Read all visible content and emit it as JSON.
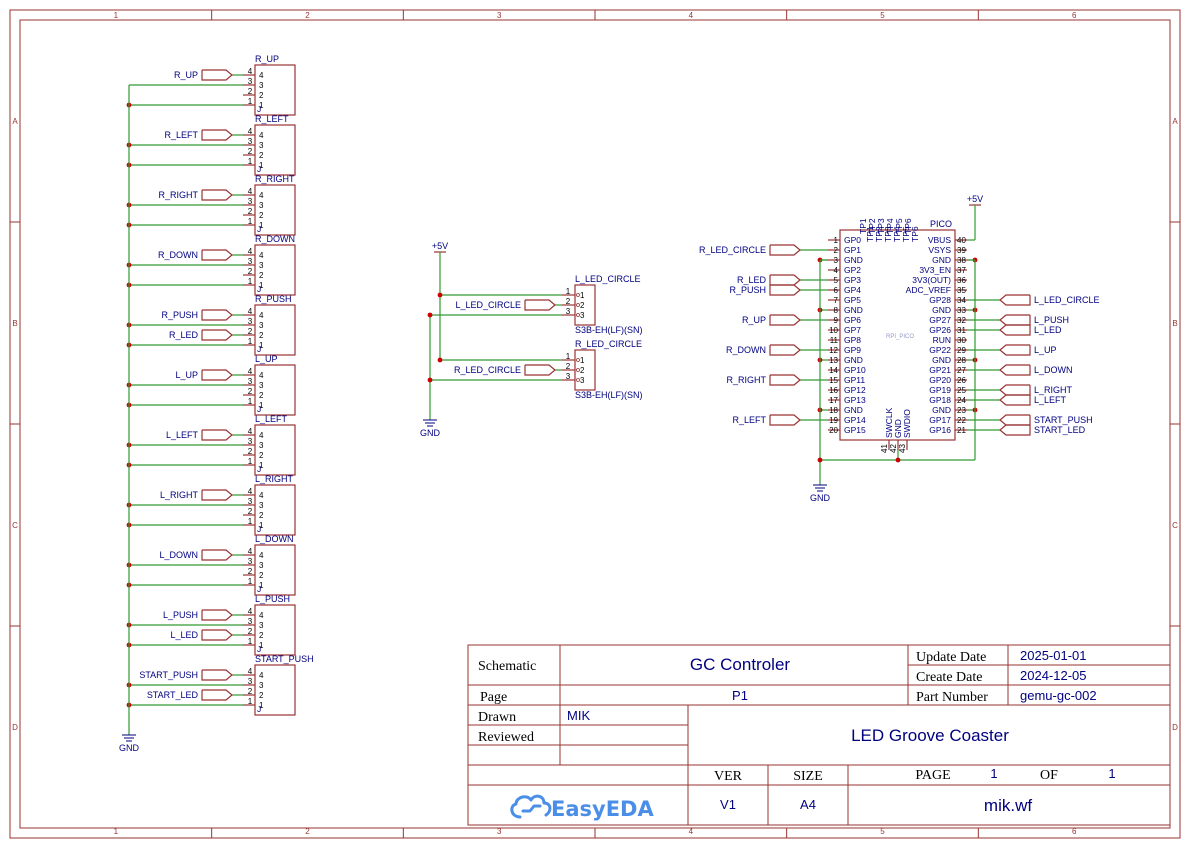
{
  "frame": {
    "columns": [
      "1",
      "2",
      "3",
      "4",
      "5",
      "6"
    ],
    "rows": [
      "A",
      "B",
      "C",
      "D"
    ]
  },
  "switches": [
    {
      "name": "R_UP",
      "nets": {
        "4": "R_UP"
      }
    },
    {
      "name": "R_LEFT",
      "nets": {
        "4": "R_LEFT"
      }
    },
    {
      "name": "R_RIGHT",
      "nets": {
        "4": "R_RIGHT"
      }
    },
    {
      "name": "R_DOWN",
      "nets": {
        "4": "R_DOWN"
      }
    },
    {
      "name": "R_PUSH",
      "nets": {
        "4": "R_PUSH",
        "2": "R_LED"
      }
    },
    {
      "name": "L_UP",
      "nets": {
        "4": "L_UP"
      }
    },
    {
      "name": "L_LEFT",
      "nets": {
        "4": "L_LEFT"
      }
    },
    {
      "name": "L_RIGHT",
      "nets": {
        "4": "L_RIGHT"
      }
    },
    {
      "name": "L_DOWN",
      "nets": {
        "4": "L_DOWN"
      }
    },
    {
      "name": "L_PUSH",
      "nets": {
        "4": "L_PUSH",
        "2": "L_LED"
      }
    },
    {
      "name": "START_PUSH",
      "nets": {
        "4": "START_PUSH",
        "2": "START_LED"
      }
    }
  ],
  "switch_pins": [
    "4",
    "3",
    "2",
    "1"
  ],
  "switch_corner_mark": "J",
  "power": {
    "vcc": "+5V",
    "gnd": "GND"
  },
  "led_circle": {
    "parts": [
      {
        "name": "L_LED_CIRCLE",
        "value": "S3B-EH(LF)(SN)",
        "net": "L_LED_CIRCLE"
      },
      {
        "name": "R_LED_CIRCLE",
        "value": "S3B-EH(LF)(SN)",
        "net": "R_LED_CIRCLE"
      }
    ],
    "pins": [
      "1",
      "2",
      "3"
    ]
  },
  "pico": {
    "name": "PICO",
    "value": "RPI_PICO",
    "tp_labels": [
      "TP1",
      "TP2",
      "TP3",
      "TP4",
      "TP5",
      "TP6"
    ],
    "left_pins": [
      {
        "num": "1",
        "name": "GP0"
      },
      {
        "num": "2",
        "name": "GP1",
        "net": "R_LED_CIRCLE"
      },
      {
        "num": "3",
        "name": "GND"
      },
      {
        "num": "4",
        "name": "GP2"
      },
      {
        "num": "5",
        "name": "GP3",
        "net": "R_LED"
      },
      {
        "num": "6",
        "name": "GP4",
        "net": "R_PUSH"
      },
      {
        "num": "7",
        "name": "GP5"
      },
      {
        "num": "8",
        "name": "GND"
      },
      {
        "num": "9",
        "name": "GP6",
        "net": "R_UP"
      },
      {
        "num": "10",
        "name": "GP7"
      },
      {
        "num": "11",
        "name": "GP8"
      },
      {
        "num": "12",
        "name": "GP9",
        "net": "R_DOWN"
      },
      {
        "num": "13",
        "name": "GND"
      },
      {
        "num": "14",
        "name": "GP10"
      },
      {
        "num": "15",
        "name": "GP11",
        "net": "R_RIGHT"
      },
      {
        "num": "16",
        "name": "GP12"
      },
      {
        "num": "17",
        "name": "GP13"
      },
      {
        "num": "18",
        "name": "GND"
      },
      {
        "num": "19",
        "name": "GP14",
        "net": "R_LEFT"
      },
      {
        "num": "20",
        "name": "GP15"
      }
    ],
    "right_pins": [
      {
        "num": "40",
        "name": "VBUS"
      },
      {
        "num": "39",
        "name": "VSYS"
      },
      {
        "num": "38",
        "name": "GND"
      },
      {
        "num": "37",
        "name": "3V3_EN"
      },
      {
        "num": "36",
        "name": "3V3(OUT)"
      },
      {
        "num": "35",
        "name": "ADC_VREF"
      },
      {
        "num": "34",
        "name": "GP28",
        "net": "L_LED_CIRCLE"
      },
      {
        "num": "33",
        "name": "GND"
      },
      {
        "num": "32",
        "name": "GP27",
        "net": "L_PUSH"
      },
      {
        "num": "31",
        "name": "GP26",
        "net": "L_LED"
      },
      {
        "num": "30",
        "name": "RUN"
      },
      {
        "num": "29",
        "name": "GP22",
        "net": "L_UP"
      },
      {
        "num": "28",
        "name": "GND"
      },
      {
        "num": "27",
        "name": "GP21",
        "net": "L_DOWN"
      },
      {
        "num": "26",
        "name": "GP20"
      },
      {
        "num": "25",
        "name": "GP19",
        "net": "L_RIGHT"
      },
      {
        "num": "24",
        "name": "GP18",
        "net": "L_LEFT"
      },
      {
        "num": "23",
        "name": "GND"
      },
      {
        "num": "22",
        "name": "GP17",
        "net": "START_PUSH"
      },
      {
        "num": "21",
        "name": "GP16",
        "net": "START_LED"
      }
    ],
    "bottom_pins": [
      {
        "num": "41",
        "name": "SWCLK"
      },
      {
        "num": "42",
        "name": "GND"
      },
      {
        "num": "43",
        "name": "SWDIO"
      }
    ]
  },
  "title_block": {
    "schematic_label": "Schematic",
    "title": "GC Controler",
    "page_label": "Page",
    "page_value": "P1",
    "drawn_label": "Drawn",
    "drawn_value": "MIK",
    "reviewed_label": "Reviewed",
    "project": "LED Groove Coaster",
    "update_label": "Update Date",
    "update_value": "2025-01-01",
    "create_label": "Create Date",
    "create_value": "2024-12-05",
    "part_label": "Part Number",
    "part_value": "gemu-gc-002",
    "ver_label": "VER",
    "ver_value": "V1",
    "size_label": "SIZE",
    "size_value": "A4",
    "page_num_label": "PAGE",
    "page_num": "1",
    "of_label": "OF",
    "page_total": "1",
    "file": "mik.wf",
    "logo": "EasyEDA",
    "logo_color": "#4a8ee8"
  }
}
